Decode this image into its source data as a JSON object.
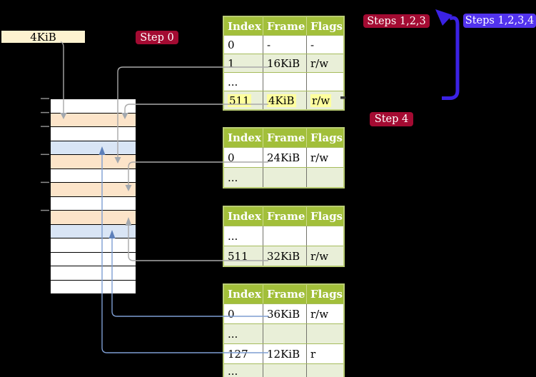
{
  "labels": {
    "page_size": "4KiB"
  },
  "badges": {
    "step0": "Step 0",
    "steps123": "Steps 1,2,3",
    "steps1234": "Steps 1,2,3,4",
    "step4": "Step 4"
  },
  "memory_column": {
    "rows": [
      "white",
      "orange",
      "white",
      "blue",
      "orange",
      "white",
      "orange",
      "white",
      "orange",
      "blue",
      "white",
      "white",
      "white",
      "white"
    ]
  },
  "tables": [
    {
      "headers": [
        "Index",
        "Frame",
        "Flags"
      ],
      "rows": [
        {
          "cells": [
            "0",
            "-",
            "-"
          ]
        },
        {
          "cells": [
            "1",
            "16KiB",
            "r/w"
          ]
        },
        {
          "cells": [
            "...",
            "",
            ""
          ]
        },
        {
          "cells": [
            "511",
            "4KiB",
            "r/w"
          ]
        }
      ]
    },
    {
      "headers": [
        "Index",
        "Frame",
        "Flags"
      ],
      "rows": [
        {
          "cells": [
            "0",
            "24KiB",
            "r/w"
          ]
        },
        {
          "cells": [
            "...",
            "",
            ""
          ]
        }
      ]
    },
    {
      "headers": [
        "Index",
        "Frame",
        "Flags"
      ],
      "rows": [
        {
          "cells": [
            "...",
            "",
            ""
          ]
        },
        {
          "cells": [
            "511",
            "32KiB",
            "r/w"
          ]
        }
      ]
    },
    {
      "headers": [
        "Index",
        "Frame",
        "Flags"
      ],
      "rows": [
        {
          "cells": [
            "0",
            "36KiB",
            "r/w"
          ]
        },
        {
          "cells": [
            "...",
            "",
            ""
          ]
        },
        {
          "cells": [
            "127",
            "12KiB",
            "r"
          ]
        },
        {
          "cells": [
            "...",
            "",
            ""
          ]
        }
      ]
    }
  ],
  "colors": {
    "background": "#000000",
    "table_header_green": "#a2bf3a",
    "table_row_shade": "#e9efd8",
    "highlight_yellow": "#ffff9e",
    "frame_orange": "#fce4c9",
    "frame_blue": "#d9e5f5",
    "badge_red": "#a30b32",
    "badge_blue": "#5233ee",
    "connector_gray": "#a9a9a9",
    "connector_blue": "#7e9ed2",
    "loop_arrow_blue": "#3b22e4",
    "label_cream": "#fdf2d0"
  }
}
